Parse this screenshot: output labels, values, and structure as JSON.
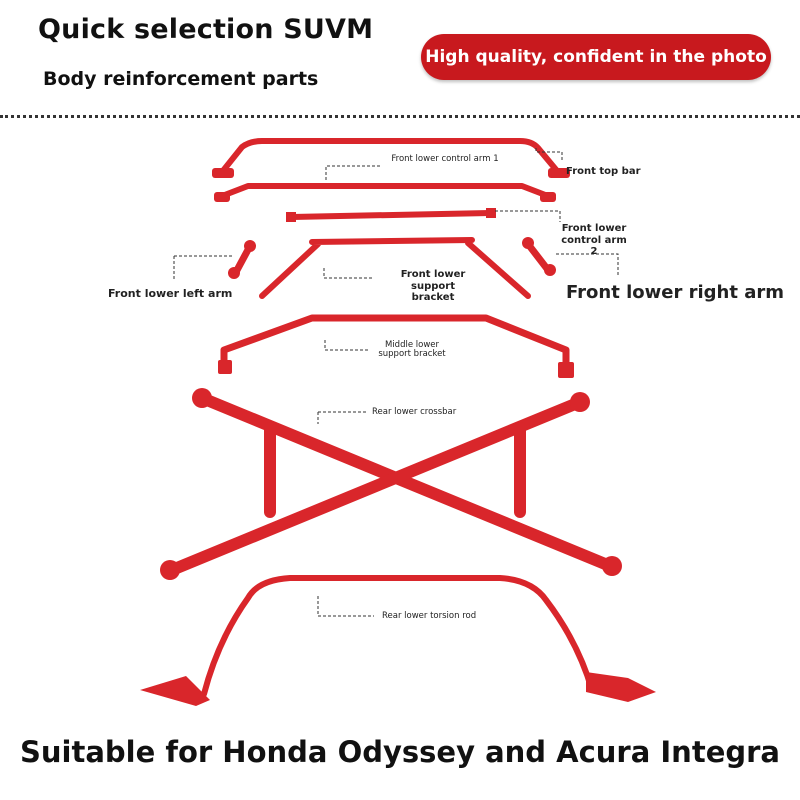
{
  "header": {
    "title": "Quick selection SUVM",
    "subtitle": "Body reinforcement parts",
    "badge": "High quality, confident in the photo"
  },
  "parts": {
    "front_top_bar": "Front top bar",
    "front_lower_control_arm_1": "Front lower control arm 1",
    "front_lower_control_arm_2": "Front lower control arm 2",
    "front_lower_left_arm": "Front lower left arm",
    "front_lower_right_arm": "Front lower right arm",
    "front_lower_support_bracket": "Front lower support bracket",
    "middle_lower_support_bracket": "Middle lower support bracket",
    "rear_lower_crossbar": "Rear lower crossbar",
    "rear_lower_torsion_rod": "Rear lower torsion rod"
  },
  "footer": {
    "compatibility": "Suitable for Honda Odyssey and Acura Integra"
  },
  "colors": {
    "part_red": "#d9262b",
    "badge_red": "#c8191e"
  }
}
